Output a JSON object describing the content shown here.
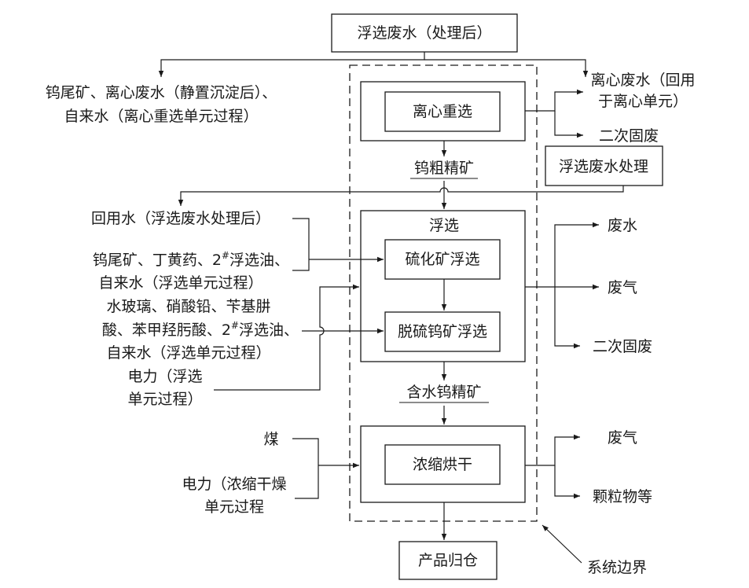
{
  "top_box": "浮选废水（处理后）",
  "left_inputs": {
    "centrifuge_line1": "钨尾矿、离心废水（静置沉淀后）、",
    "centrifuge_line2": "自来水（离心重选单元过程）",
    "reuse_water": "回用水（浮选废水处理后）",
    "reagents_a_line1_pre": "钨尾矿、丁黄药、2",
    "reagents_a_line1_sup": "#",
    "reagents_a_line1_post": "浮选油、",
    "reagents_a_line2": "自来水（浮选单元过程）",
    "reagents_b_line1": "水玻璃、硝酸铅、苄基肼",
    "reagents_b_line2_pre": "酸、苯甲羟肟酸、2",
    "reagents_b_line2_sup": "#",
    "reagents_b_line2_post": "浮选油、",
    "reagents_b_line3": "自来水（浮选单元过程）",
    "power_flot_line1": "电力（浮选",
    "power_flot_line2": "单元过程）",
    "coal": "煤",
    "power_dry_line1": "电力（浓缩干燥",
    "power_dry_line2": "单元过程"
  },
  "process": {
    "centrifuge": "离心重选",
    "rough_concentrate": "钨粗精矿",
    "flotation": "浮选",
    "sulfide_flotation": "硫化矿浮选",
    "desulfur_flotation": "脱硫钨矿浮选",
    "wet_concentrate": "含水钨精矿",
    "dry": "浓缩烘干",
    "product": "产品归仓"
  },
  "outputs": {
    "centrifuge_water_line1": "离心废水（回用",
    "centrifuge_water_line2": "于离心单元）",
    "secondary_solid_1": "二次固废",
    "flot_waste_treatment": "浮选废水处理",
    "waste_water": "废水",
    "waste_gas_1": "废气",
    "secondary_solid_2": "二次固废",
    "waste_gas_2": "废气",
    "particulates": "颗粒物等"
  },
  "system_boundary": "系统边界"
}
